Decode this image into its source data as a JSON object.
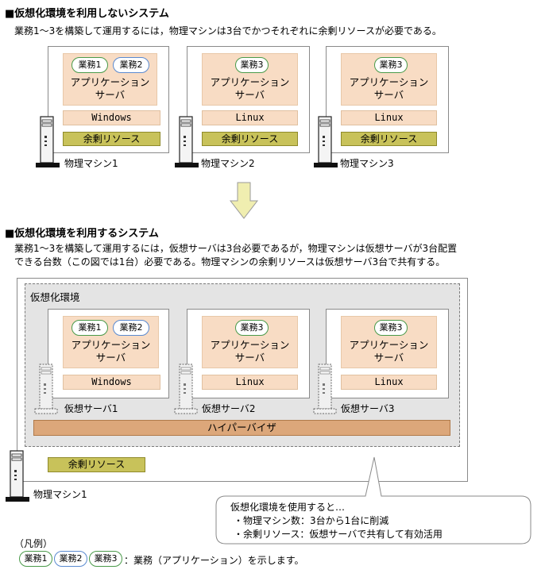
{
  "section1": {
    "heading": "■仮想化環境を利用しないシステム",
    "description": "業務1～3を構築して運用するには，物理マシンは3台でかつそれぞれに余剰リソースが必要である。",
    "machines": [
      {
        "task_a": "業務1",
        "task_b": "業務2",
        "app_line1": "アプリケーション",
        "app_line2": "サーバ",
        "os": "Windows",
        "resource": "余剰リソース",
        "label": "物理マシン1"
      },
      {
        "task_a": "業務3",
        "app_line1": "アプリケーション",
        "app_line2": "サーバ",
        "os": "Linux",
        "resource": "余剰リソース",
        "label": "物理マシン2"
      },
      {
        "task_a": "業務3",
        "app_line1": "アプリケーション",
        "app_line2": "サーバ",
        "os": "Linux",
        "resource": "余剰リソース",
        "label": "物理マシン3"
      }
    ]
  },
  "section2": {
    "heading": "■仮想化環境を利用するシステム",
    "description_line1": "業務1～3を構築して運用するには，仮想サーバは3台必要であるが，物理マシンは仮想サーバが3台配置",
    "description_line2": "できる台数（この図では1台）必要である。物理マシンの余剰リソースは仮想サーバ3台で共有する。",
    "env_label": "仮想化環境",
    "servers": [
      {
        "task_a": "業務1",
        "task_b": "業務2",
        "app_line1": "アプリケーション",
        "app_line2": "サーバ",
        "os": "Windows",
        "label": "仮想サーバ1"
      },
      {
        "task_a": "業務3",
        "app_line1": "アプリケーション",
        "app_line2": "サーバ",
        "os": "Linux",
        "label": "仮想サーバ2"
      },
      {
        "task_a": "業務3",
        "app_line1": "アプリケーション",
        "app_line2": "サーバ",
        "os": "Linux",
        "label": "仮想サーバ3"
      }
    ],
    "hypervisor": "ハイパーバイザ",
    "resource": "余剰リソース",
    "physical_label": "物理マシン1",
    "callout": {
      "line1": "仮想化環境を使用すると…",
      "line2": "・物理マシン数：3台から1台に削減",
      "line3": "・余剰リソース：仮想サーバで共有して有効活用"
    }
  },
  "legend": {
    "title": "（凡例）",
    "items": [
      "業務1",
      "業務2",
      "業務3"
    ],
    "description": "：業務（アプリケーション）を示します。"
  },
  "colors": {
    "app_fill": "#f8dcc4",
    "resource_fill": "#c8c25a",
    "hypervisor_fill": "#dca77a",
    "env_fill": "#e4e4e4",
    "arrow_fill": "#f0eeb0",
    "pill_green": "#4a9a4a",
    "pill_blue": "#5a8ad0"
  }
}
